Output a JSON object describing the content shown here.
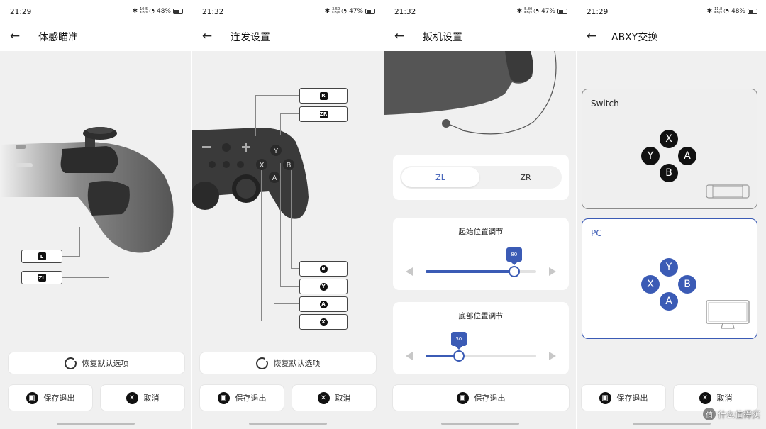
{
  "screens": [
    {
      "status": {
        "time": "21:29",
        "speed_top": "10.5",
        "speed_bottom": "KB/s",
        "battery": "48%"
      },
      "title": "体感瞄准",
      "tags": [
        "L",
        "ZL"
      ],
      "reset_label": "恢复默认选项",
      "save_label": "保存退出",
      "cancel_label": "取消"
    },
    {
      "status": {
        "time": "21:32",
        "speed_top": "3.50",
        "speed_bottom": "KB/s",
        "battery": "47%"
      },
      "title": "连发设置",
      "tags": [
        "R",
        "ZR",
        "B",
        "Y",
        "A",
        "X"
      ],
      "reset_label": "恢复默认选项",
      "save_label": "保存退出",
      "cancel_label": "取消"
    },
    {
      "status": {
        "time": "21:32",
        "speed_top": "5.80",
        "speed_bottom": "KB/s",
        "battery": "47%"
      },
      "title": "扳机设置",
      "tabs": {
        "active": "ZL",
        "inactive": "ZR"
      },
      "sliders": [
        {
          "title": "起始位置调节",
          "value": "80",
          "fraction": 0.8
        },
        {
          "title": "底部位置调节",
          "value": "30",
          "fraction": 0.3
        }
      ],
      "save_label": "保存退出"
    },
    {
      "status": {
        "time": "21:29",
        "speed_top": "11.8",
        "speed_bottom": "KB/s",
        "battery": "48%"
      },
      "title": "ABXY交换",
      "switch_label": "Switch",
      "pc_label": "PC",
      "switch_buttons": {
        "top": "X",
        "left": "Y",
        "right": "A",
        "bottom": "B"
      },
      "pc_buttons": {
        "top": "Y",
        "left": "X",
        "right": "B",
        "bottom": "A"
      },
      "save_label": "保存退出",
      "cancel_label": "取消",
      "watermark": "什么值得买",
      "watermark_logo": "值"
    }
  ],
  "colors": {
    "accent": "#3b5bb5",
    "background": "#f0f0f0",
    "card": "#ffffff"
  }
}
